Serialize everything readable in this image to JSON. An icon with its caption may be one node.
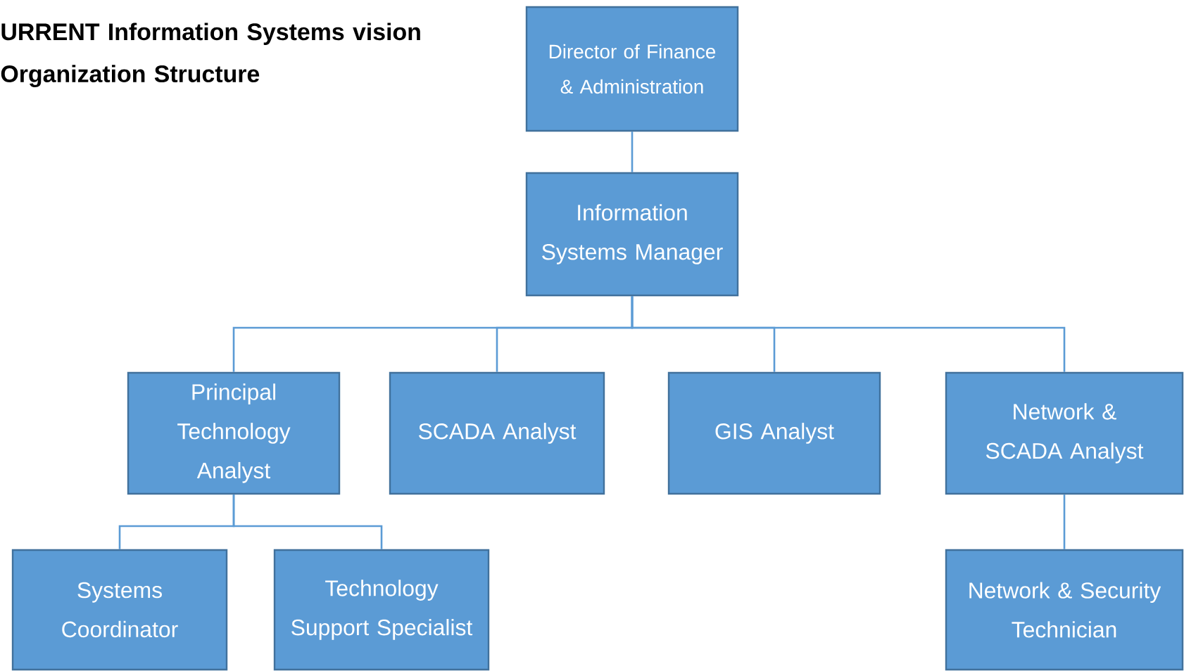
{
  "diagram": {
    "title": "URRENT Information Systems vision Organization Structure",
    "nodes": [
      {
        "text": [
          "Director of Finance & Administration"
        ]
      },
      {
        "text": [
          "Information Systems Manager"
        ]
      },
      {
        "text": [
          "Principal Technology Analyst"
        ]
      },
      {
        "text": [
          "SCADA Analyst"
        ]
      },
      {
        "text": [
          "GIS Analyst"
        ]
      },
      {
        "text": [
          "Network & SCADA Analyst"
        ]
      },
      {
        "text": [
          "Systems Coordinator"
        ]
      },
      {
        "text": [
          "Technology Support Specialist"
        ]
      },
      {
        "text": [
          "Network & Security Technician"
        ]
      }
    ],
    "edges": [
      {
        "from": 0,
        "to": 1,
        "arrow": "none"
      },
      {
        "from": 1,
        "to": 2,
        "arrow": "none"
      },
      {
        "from": 1,
        "to": 3,
        "arrow": "none"
      },
      {
        "from": 1,
        "to": 4,
        "arrow": "none"
      },
      {
        "from": 1,
        "to": 5,
        "arrow": "none"
      },
      {
        "from": 2,
        "to": 6,
        "arrow": "none"
      },
      {
        "from": 2,
        "to": 7,
        "arrow": "none"
      },
      {
        "from": 5,
        "to": 8,
        "arrow": "none"
      }
    ]
  }
}
